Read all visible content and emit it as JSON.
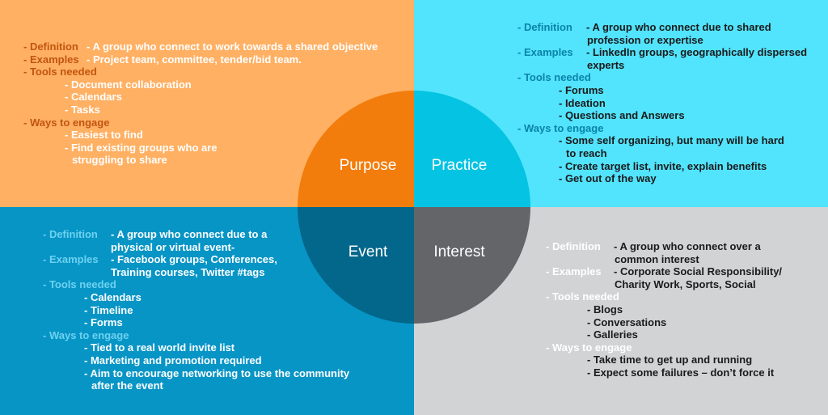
{
  "colors": {
    "purpose_bg": "#FFB063",
    "practice_bg": "#52E3FD",
    "event_bg": "#0795C6",
    "interest_bg": "#D2D3D5",
    "purpose_circle": "#F27D0C",
    "practice_circle": "#04C3E3",
    "event_circle": "#02678A",
    "interest_circle": "#636569"
  },
  "circle": {
    "purpose": "Purpose",
    "practice": "Practice",
    "event": "Event",
    "interest": "Interest"
  },
  "purpose": {
    "definition_head": "- Definition",
    "definition_text": "- A group who connect to work towards a shared objective",
    "examples_head": "- Examples",
    "examples_text": "- Project team, committee, tender/bid team.",
    "tools_head": "- Tools needed",
    "tools": [
      "- Document collaboration",
      "- Calendars",
      "- Tasks"
    ],
    "ways_head": "- Ways to engage",
    "ways": [
      "- Easiest to find",
      "- Find existing groups who are"
    ],
    "ways_cont": "struggling to share"
  },
  "practice": {
    "definition_head": "- Definition",
    "definition_text": "- A group who connect due to shared",
    "definition_cont": "profession or expertise",
    "examples_head": "- Examples",
    "examples_text": "- LinkedIn groups, geographically dispersed",
    "examples_cont": "experts",
    "tools_head": "- Tools needed",
    "tools": [
      "- Forums",
      "- Ideation",
      "- Questions and Answers"
    ],
    "ways_head": "- Ways to engage",
    "ways_1": "- Some self organizing, but many will be hard",
    "ways_1_cont": "to reach",
    "ways_2": "- Create target list, invite, explain benefits",
    "ways_3": "- Get out of the way"
  },
  "event": {
    "definition_head": "- Definition",
    "definition_text": "- A group who connect due to a",
    "definition_cont": "physical or virtual event-",
    "examples_head": "- Examples",
    "examples_text": "- Facebook groups, Conferences,",
    "examples_cont": "Training courses, Twitter #tags",
    "tools_head": "- Tools needed",
    "tools": [
      "- Calendars",
      "- Timeline",
      "- Forms"
    ],
    "ways_head": "- Ways to engage",
    "ways_1": "- Tied to a real world invite list",
    "ways_2": "- Marketing and promotion required",
    "ways_3": "- Aim to encourage networking to use the community",
    "ways_3_cont": "after the event"
  },
  "interest": {
    "definition_head": "- Definition",
    "definition_text": "- A group who connect over a",
    "definition_cont": "common interest",
    "examples_head": "- Examples",
    "examples_text": "- Corporate Social Responsibility/",
    "examples_cont": "Charity Work, Sports, Social",
    "tools_head": "- Tools needed",
    "tools": [
      "- Blogs",
      "- Conversations",
      "- Galleries"
    ],
    "ways_head": "- Ways to engage",
    "ways": [
      "- Take time to get up and running",
      "- Expect some failures – don’t force it"
    ]
  }
}
